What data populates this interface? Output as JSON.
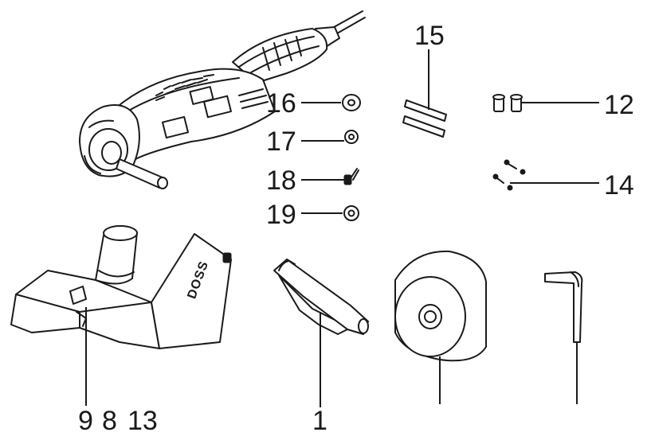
{
  "labels": {
    "l15": "15",
    "l16": "16",
    "l17": "17",
    "l18": "18",
    "l19": "19",
    "l12": "12",
    "l14": "14",
    "l9": "9",
    "l8": "8",
    "l13": "13",
    "l1": "1"
  },
  "guard_text": "DOSS",
  "colors": {
    "ink": "#1a1a1a",
    "paper": "#ffffff"
  }
}
